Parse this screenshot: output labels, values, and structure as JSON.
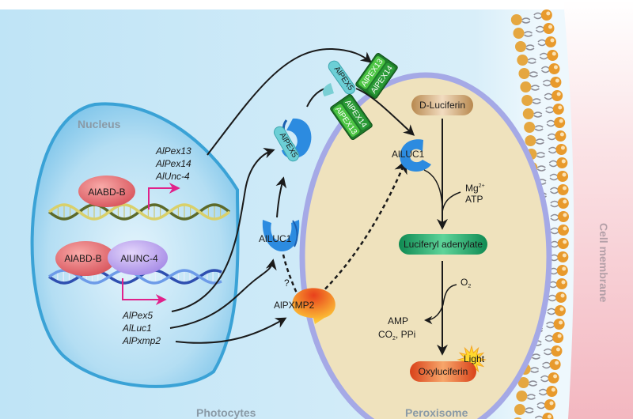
{
  "regions": {
    "nucleus": "Nucleus",
    "photocytes": "Photocytes",
    "peroxisome": "Peroxisome",
    "cell_membrane": "Cell membrane"
  },
  "nucleus": {
    "tf_top": "AlABD-B",
    "tf_bottom_left": "AlABD-B",
    "tf_bottom_right": "AlUNC-4",
    "genes_top": [
      "AlPex13",
      "AlPex14",
      "AlUnc-4"
    ],
    "genes_bottom": [
      "AlPex5",
      "AlLuc1",
      "AlPxmp2"
    ]
  },
  "cytoplasm": {
    "pex5_receptor": "AlPEX5",
    "pex5_docked": "AlPEX5",
    "luc1": "AlLUC1",
    "pxmp2": "AlPXMP2",
    "question": "?",
    "pex_dock_upper": [
      "AlPEX13",
      "AlPEX14"
    ],
    "pex_dock_lower": [
      "AlPEX14",
      "AlPEX13"
    ]
  },
  "peroxisome": {
    "luc1": "AlLUC1",
    "substrate": "D-Luciferin",
    "cofactor_mg": "Mg",
    "cofactor_mg_sup": "2+",
    "cofactor_atp": "ATP",
    "intermediate": "Luciferyl adenylate",
    "oxygen": "O",
    "oxygen_sub": "2",
    "byproduct_1": "AMP",
    "byproduct_2_co": "CO",
    "byproduct_2_sub": "2",
    "byproduct_2_rest": ", PPi",
    "product": "Oxyluciferin",
    "light": "Light"
  },
  "colors": {
    "background": "#c6e6f6",
    "nucleus_fill": "#a6d4ee",
    "nucleus_stroke": "#3aa2d6",
    "peroxisome_fill": "#efe2bd",
    "peroxisome_stroke": "#a5a9e6",
    "membrane_head": "#e5a740",
    "membrane_tail": "#8c8c96",
    "outside_pink": "#f6c8cf",
    "tf_red": "#e0666e",
    "tf_purple": "#b8a2ec",
    "pex_green": "#2c9a3a",
    "pex_green_light": "#49c443",
    "pex5_teal": "#6ccfd6",
    "luc_blue": "#2c8be0",
    "arrow_pink": "#e0218a",
    "substrate_brown": "#b98c59",
    "intermediate_green": "#24a06a",
    "product_orange": "#e0501c",
    "light_yellow": "#ffd92e"
  }
}
